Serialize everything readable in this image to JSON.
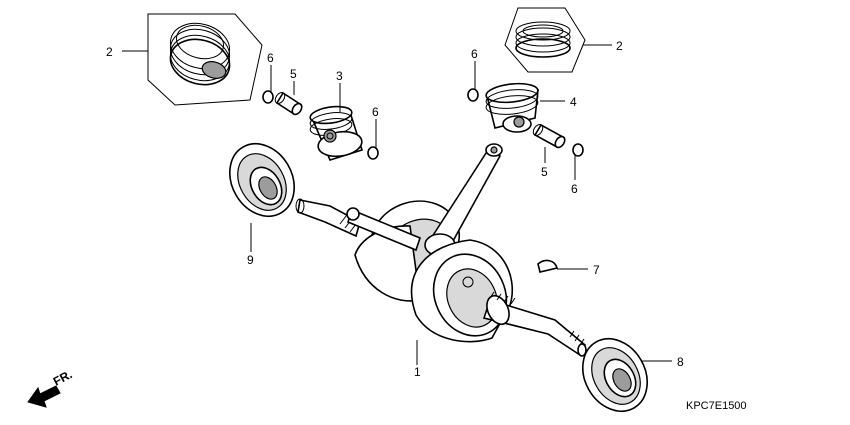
{
  "callouts": [
    {
      "id": "1",
      "text": "1"
    },
    {
      "id": "2a",
      "text": "2"
    },
    {
      "id": "2b",
      "text": "2"
    },
    {
      "id": "3",
      "text": "3"
    },
    {
      "id": "4",
      "text": "4"
    },
    {
      "id": "5a",
      "text": "5"
    },
    {
      "id": "5b",
      "text": "5"
    },
    {
      "id": "6a",
      "text": "6"
    },
    {
      "id": "6b",
      "text": "6"
    },
    {
      "id": "6c",
      "text": "6"
    },
    {
      "id": "6d",
      "text": "6"
    },
    {
      "id": "7",
      "text": "7"
    },
    {
      "id": "8",
      "text": "8"
    },
    {
      "id": "9",
      "text": "9"
    }
  ],
  "direction_marker": {
    "text": "FR.",
    "icon": "front-arrow-icon"
  },
  "diagram_code": "KPC7E1500"
}
